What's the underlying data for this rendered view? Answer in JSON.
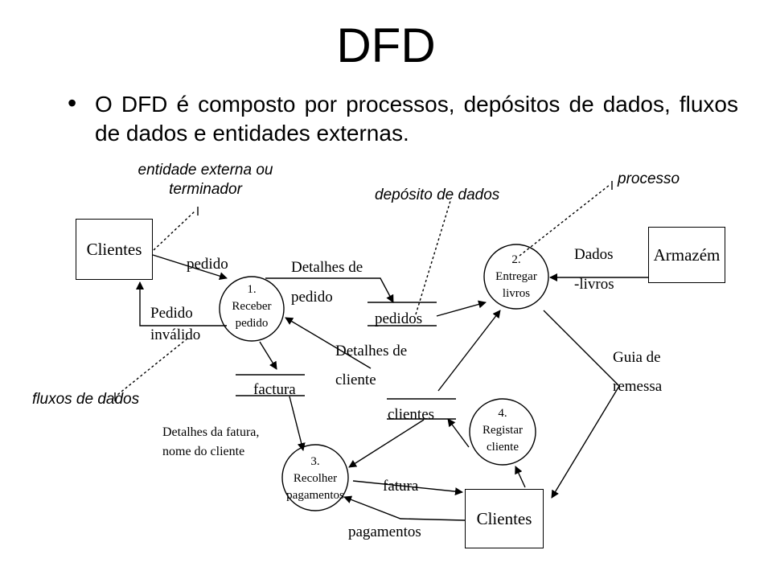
{
  "title": "DFD",
  "bullet": "O DFD é composto por processos, depósitos de dados, fluxos de dados e entidades externas.",
  "annotations": {
    "external_entity": "entidade externa ou terminador",
    "data_store": "depósito de dados",
    "process": "processo",
    "data_flows": "fluxos de dados"
  },
  "entities": {
    "clientes_top": "Clientes",
    "armazem": "Armazém",
    "clientes_bottom": "Clientes"
  },
  "processes": {
    "p1": {
      "num": "1.",
      "line1": "Receber",
      "line2": "pedido"
    },
    "p2": {
      "num": "2.",
      "line1": "Entregar",
      "line2": "livros"
    },
    "p3": {
      "num": "3.",
      "line1": "Recolher",
      "line2": "pagamentos"
    },
    "p4": {
      "num": "4.",
      "line1": "Registar",
      "line2": "cliente"
    }
  },
  "stores": {
    "pedidos": "pedidos",
    "factura": "factura",
    "clientes": "clientes"
  },
  "flows": {
    "pedido": "pedido",
    "pedido_invalido_1": "Pedido",
    "pedido_invalido_2": "inválido",
    "detalhes_pedido_1": "Detalhes de",
    "detalhes_pedido_2": "pedido",
    "detalhes_cliente_1": "Detalhes de",
    "detalhes_cliente_2": "cliente",
    "dados_livros_1": "Dados",
    "dados_livros_2": "-livros",
    "guia_remessa_1": "Guia de",
    "guia_remessa_2": "remessa",
    "detalhes_fatura_1": "Detalhes da fatura,",
    "detalhes_fatura_2": "nome do cliente",
    "fatura": "fatura",
    "pagamentos": "pagamentos"
  }
}
